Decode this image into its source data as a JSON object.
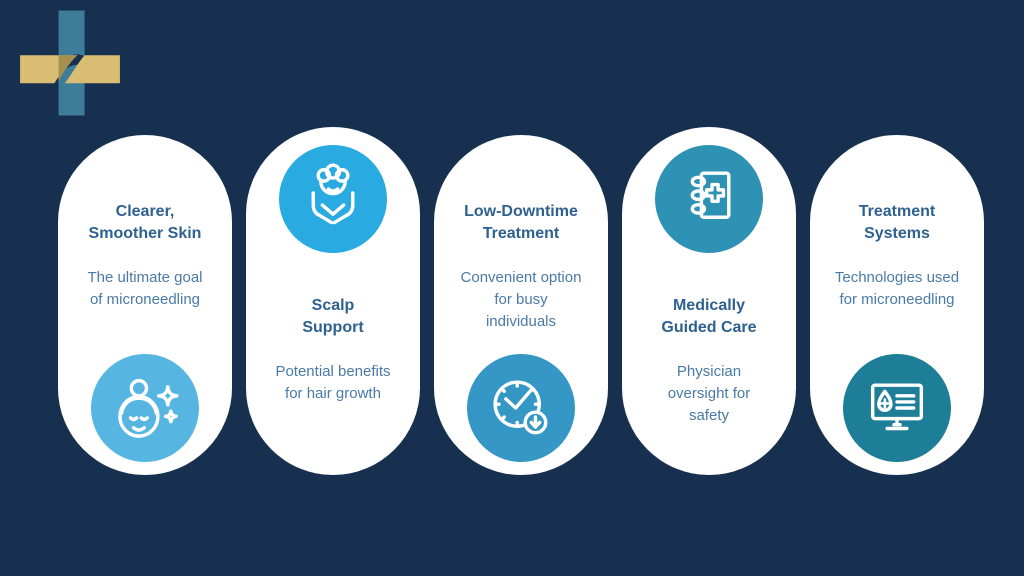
{
  "page": {
    "background": "#173050",
    "card_background": "#ffffff"
  },
  "logo": {
    "name": "medical-cross-logo",
    "teal": "#3d7d99",
    "gold": "#d9bd72",
    "olive": "#a78f50"
  },
  "colors": {
    "title_text": "#2e6190",
    "body_text": "#4a7aa6"
  },
  "cards": [
    {
      "title": "Clearer,\nSmoother Skin",
      "body": "The ultimate goal\nof microneedling",
      "icon": "face-sparkles-icon",
      "icon_color": "#56b6e1",
      "icon_position": "bottom"
    },
    {
      "title": "Scalp\nSupport",
      "body": "Potential benefits\nfor hair growth",
      "icon": "scalp-care-hands-icon",
      "icon_color": "#29aae1",
      "icon_position": "top"
    },
    {
      "title": "Low-Downtime\nTreatment",
      "body": "Convenient option\nfor busy\nindividuals",
      "icon": "clock-downtime-icon",
      "icon_color": "#3597c6",
      "icon_position": "bottom"
    },
    {
      "title": "Medically\nGuided Care",
      "body": "Physician\noversight for\nsafety",
      "icon": "medical-notebook-icon",
      "icon_color": "#2d92b3",
      "icon_position": "top"
    },
    {
      "title": "Treatment\nSystems",
      "body": "Technologies used\nfor microneedling",
      "icon": "monitor-treatment-icon",
      "icon_color": "#1f7e97",
      "icon_position": "bottom"
    }
  ]
}
